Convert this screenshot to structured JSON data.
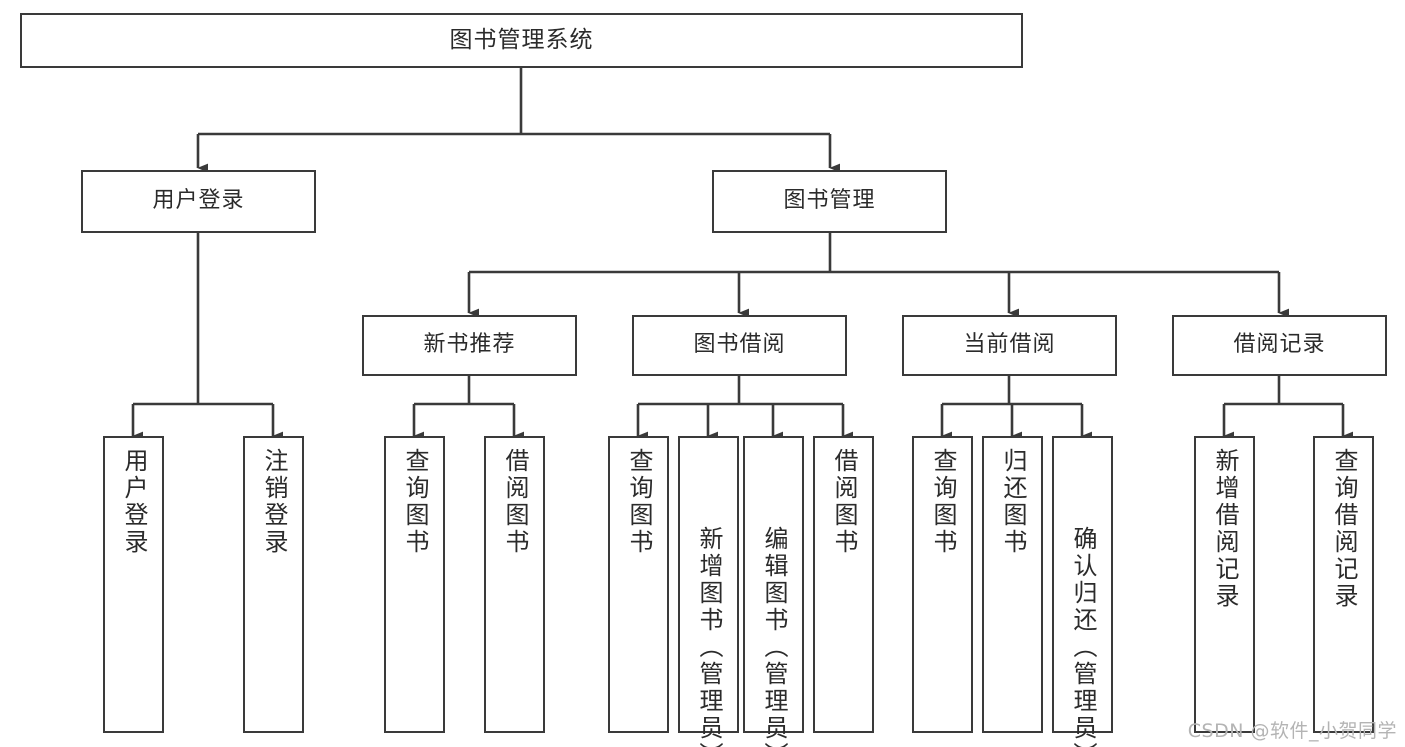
{
  "diagram": {
    "title": "图书管理系统",
    "type": "tree",
    "orientation": "top-down",
    "style": {
      "box_border_color": "#3a3a3a",
      "box_fill_color": "#ffffff",
      "line_color": "#3a3a3a",
      "text_color": "#2b2b2b",
      "background": "#ffffff"
    },
    "root": {
      "label": "图书管理系统"
    },
    "level2": [
      {
        "label": "用户登录"
      },
      {
        "label": "图书管理"
      }
    ],
    "level3": [
      {
        "label": "新书推荐"
      },
      {
        "label": "图书借阅"
      },
      {
        "label": "当前借阅"
      },
      {
        "label": "借阅记录"
      }
    ],
    "leaves": {
      "user_login": [
        {
          "label": "用户登录"
        },
        {
          "label": "注销登录"
        }
      ],
      "new_book_recommend": [
        {
          "label": "查询图书"
        },
        {
          "label": "借阅图书"
        }
      ],
      "book_borrow": [
        {
          "label": "查询图书"
        },
        {
          "label": "新增图书（管理员）"
        },
        {
          "label": "编辑图书（管理员）"
        },
        {
          "label": "借阅图书"
        }
      ],
      "current_borrow": [
        {
          "label": "查询图书"
        },
        {
          "label": "归还图书"
        },
        {
          "label": "确认归还（管理员）"
        }
      ],
      "borrow_record": [
        {
          "label": "新增借阅记录"
        },
        {
          "label": "查询借阅记录"
        }
      ]
    }
  },
  "watermark": {
    "text": "CSDN @软件_小贺同学"
  }
}
